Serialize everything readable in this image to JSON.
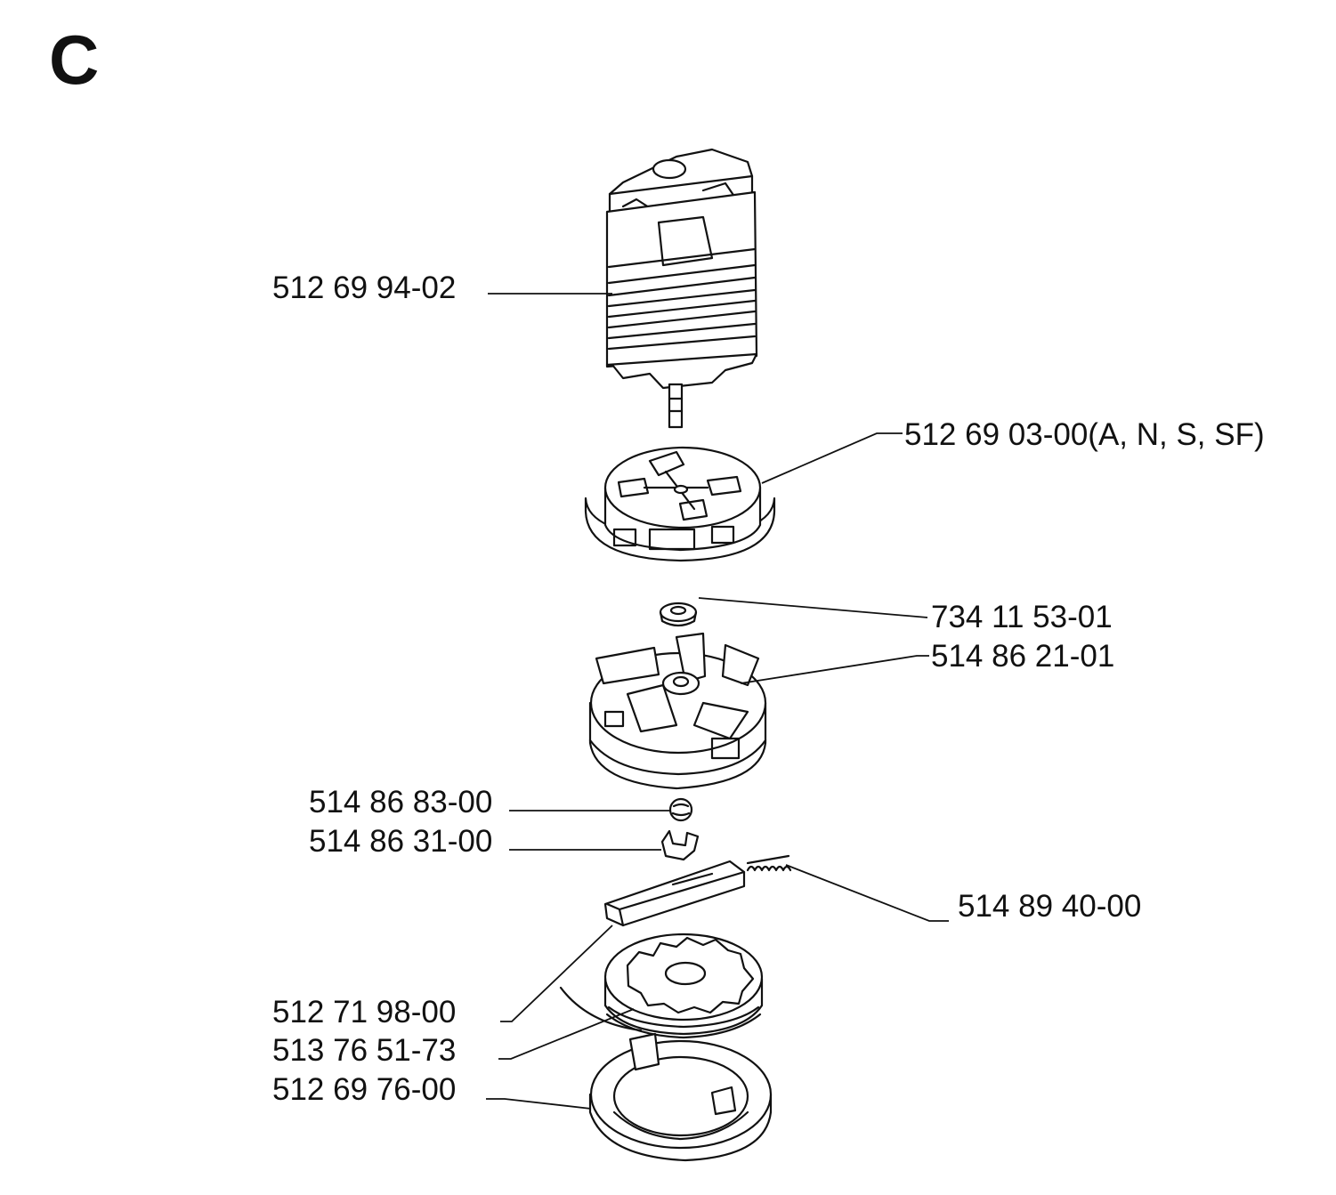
{
  "section_letter": "C",
  "parts": [
    {
      "id": "motor",
      "label": "512 69 94-02"
    },
    {
      "id": "motor-housing-cover",
      "label": "512 69 03-00(A, N, S, SF)"
    },
    {
      "id": "washer",
      "label": "734 11 53-01"
    },
    {
      "id": "fan",
      "label": "514 86 21-01"
    },
    {
      "id": "ball",
      "label": "514 86 83-00"
    },
    {
      "id": "clip",
      "label": "514 86 31-00"
    },
    {
      "id": "spring",
      "label": "514 89 40-00"
    },
    {
      "id": "lever",
      "label": "512 71 98-00"
    },
    {
      "id": "spool",
      "label": "513 76 51-73"
    },
    {
      "id": "spool-cover",
      "label": "512 69 76-00"
    }
  ]
}
